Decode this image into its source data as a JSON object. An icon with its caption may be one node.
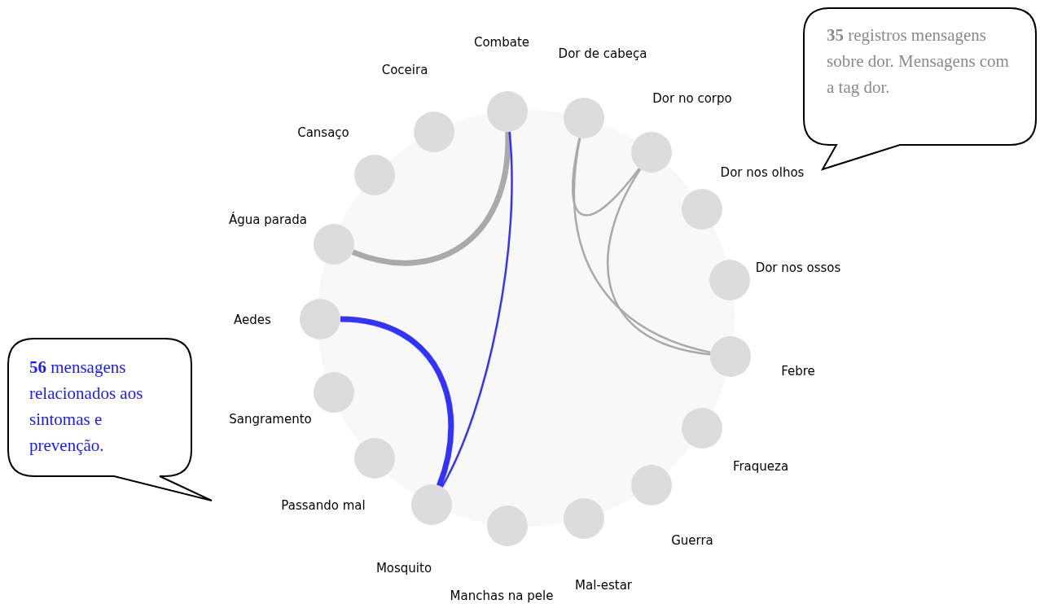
{
  "diagram": {
    "nodes": [
      {
        "text": [
          "Combate"
        ]
      },
      {
        "text": [
          "Dor de cabeça"
        ]
      },
      {
        "text": [
          "Dor no corpo"
        ]
      },
      {
        "text": [
          "Dor nos olhos"
        ]
      },
      {
        "text": [
          "Dor nos ossos"
        ]
      },
      {
        "text": [
          "Febre"
        ]
      },
      {
        "text": [
          "Fraqueza"
        ]
      },
      {
        "text": [
          "Guerra"
        ]
      },
      {
        "text": [
          "Mal-estar"
        ]
      },
      {
        "text": [
          "Manchas na pele"
        ]
      },
      {
        "text": [
          "Mosquito"
        ]
      },
      {
        "text": [
          "Passando mal"
        ]
      },
      {
        "text": [
          "Sangramento"
        ]
      },
      {
        "text": [
          "Aedes"
        ]
      },
      {
        "text": [
          "Água parada"
        ]
      },
      {
        "text": [
          "Cansaço"
        ]
      },
      {
        "text": [
          "Coceira"
        ]
      },
      {
        "text": [
          "**35** registros mensagens sobre dor. Mensagens com a tag dor."
        ]
      },
      {
        "text": [
          "**56** mensagens relacionados aos sintomas e prevenção."
        ]
      }
    ],
    "edges": [
      {
        "from": 0,
        "to": 14,
        "arrow": "none",
        "style": "thick"
      },
      {
        "from": 0,
        "to": 10,
        "arrow": "none",
        "color": "#3333ff"
      },
      {
        "from": 13,
        "to": 10,
        "arrow": "none",
        "style": "thick",
        "color": "#3333ff"
      },
      {
        "from": 1,
        "to": 2,
        "arrow": "none"
      },
      {
        "from": 1,
        "to": 5,
        "arrow": "none"
      },
      {
        "from": 2,
        "to": 5,
        "arrow": "none"
      }
    ]
  }
}
